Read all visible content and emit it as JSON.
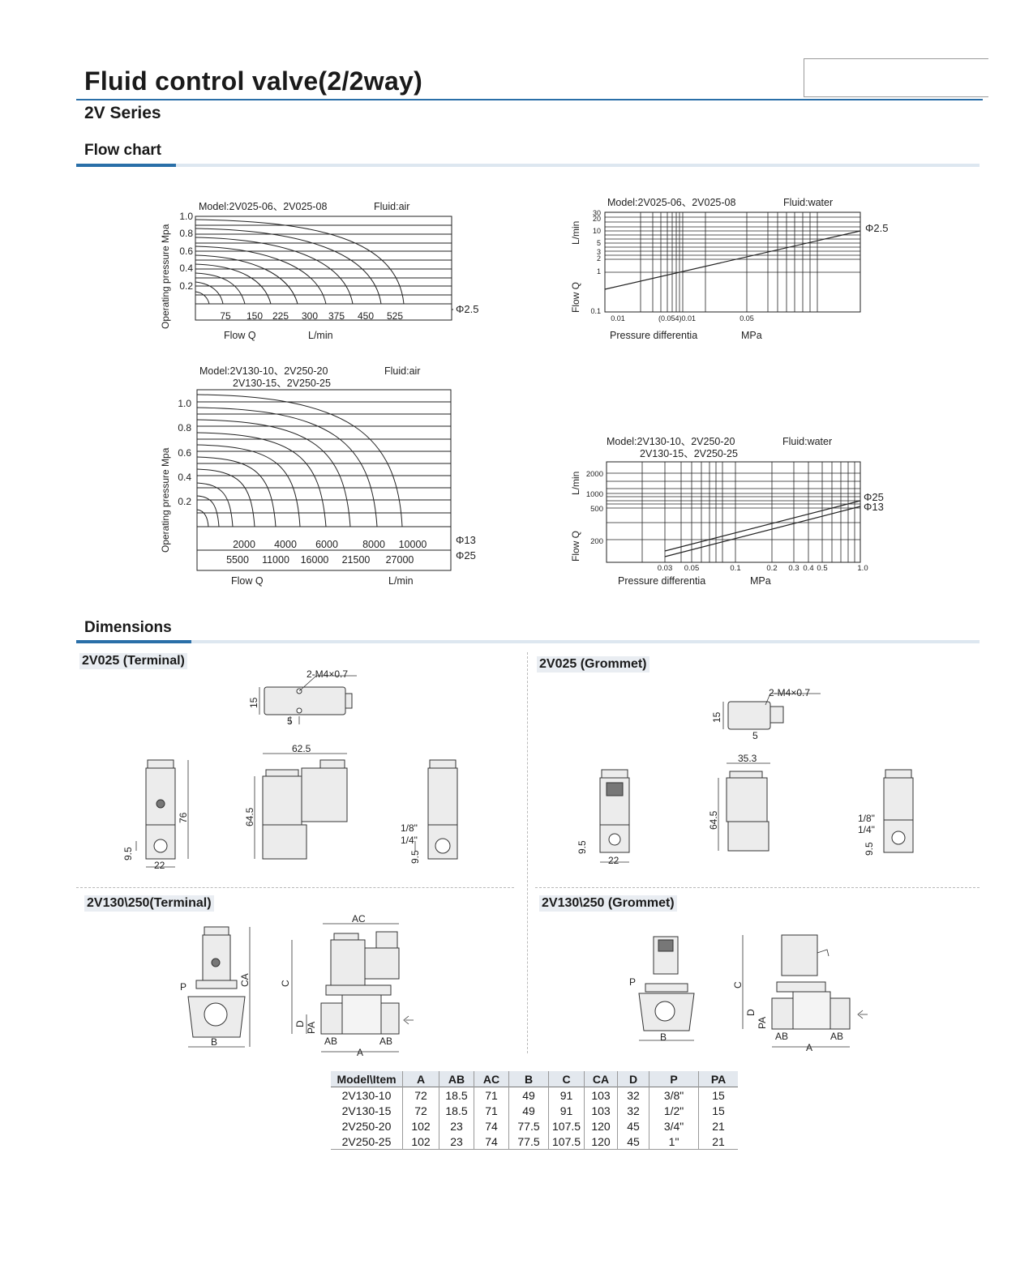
{
  "header": {
    "title": "Fluid control valve(2/2way)",
    "series": "2V Series"
  },
  "flow_section": {
    "heading": "Flow chart"
  },
  "chart_data": [
    {
      "type": "line",
      "model": "Model:2V025-06、2V025-08",
      "fluid": "Fluid:air",
      "ylabel": "Operating pressure Mpa",
      "xlabel": "Flow Q",
      "xunit": "L/min",
      "y_ticks": [
        "1.0",
        "0.8",
        "0.6",
        "0.4",
        "0.2"
      ],
      "x_ticks": [
        "75",
        "150",
        "225",
        "300",
        "375",
        "450",
        "525"
      ],
      "series_label": "Φ2.5",
      "x": [
        75,
        150,
        225,
        300,
        375,
        450,
        525
      ],
      "ylim": [
        0,
        1.0
      ]
    },
    {
      "type": "line",
      "model": "Model:2V025-06、2V025-08",
      "fluid": "Fluid:water",
      "ylabel_top": "L/min",
      "ylabel_bottom": "Flow Q",
      "xlabel": "Pressure differentia",
      "xunit": "MPa",
      "y_ticks": [
        "30",
        "20",
        "10",
        "5",
        "3",
        "2",
        "1",
        "0.1"
      ],
      "x_ticks": [
        "0.01",
        "(0.054)0.01",
        "0.05"
      ],
      "series": [
        {
          "name": "Φ2.5"
        }
      ]
    },
    {
      "type": "line",
      "model_line1": "Model:2V130-10、2V250-20",
      "model_line2": "2V130-15、2V250-25",
      "fluid": "Fluid:air",
      "ylabel": "Operating pressure Mpa",
      "xlabel": "Flow Q",
      "xunit": "L/min",
      "y_ticks": [
        "1.0",
        "0.8",
        "0.6",
        "0.4",
        "0.2"
      ],
      "x_ticks_13": [
        "2000",
        "4000",
        "6000",
        "8000",
        "10000"
      ],
      "x_ticks_25": [
        "5500",
        "11000",
        "16000",
        "21500",
        "27000"
      ],
      "series": [
        {
          "name": "Φ13"
        },
        {
          "name": "Φ25"
        }
      ],
      "ylim": [
        0,
        1.0
      ]
    },
    {
      "type": "line",
      "model_line1": "Model:2V130-10、2V250-20",
      "model_line2": "2V130-15、2V250-25",
      "fluid": "Fluid:water",
      "ylabel_top": "L/min",
      "ylabel_bottom": "Flow Q",
      "xlabel": "Pressure differentia",
      "xunit": "MPa",
      "y_ticks": [
        "2000",
        "1000",
        "500",
        "200"
      ],
      "x_ticks": [
        "0.03",
        "0.05",
        "0.1",
        "0.2",
        "0.3",
        "0.4",
        "0.5",
        "1.0"
      ],
      "series": [
        {
          "name": "Φ25"
        },
        {
          "name": "Φ13"
        }
      ]
    }
  ],
  "dims_section": {
    "heading": "Dimensions",
    "sub1": "2V025 (Terminal)",
    "sub2": "2V025 (Grommet)",
    "sub3": "2V130\\250(Terminal)",
    "sub4": "2V130\\250 (Grommet)",
    "d_thread": "2-M4×0.7",
    "d_15": "15",
    "d_5": "5",
    "d_625": "62.5",
    "d_353": "35.3",
    "d_645": "64.5",
    "d_76": "76",
    "d_95": "9.5",
    "d_22": "22",
    "d_18": "1/8\"",
    "d_14": "1/4\"",
    "d_ac": "AC",
    "d_c": "C",
    "d_d": "D",
    "d_pa": "PA",
    "d_ab": "AB",
    "d_a": "A",
    "d_b": "B",
    "d_p": "P",
    "d_ca": "CA"
  },
  "table": {
    "headers": [
      "Model\\Item",
      "A",
      "AB",
      "AC",
      "B",
      "C",
      "CA",
      "D",
      "P",
      "PA"
    ],
    "rows": [
      [
        "2V130-10",
        "72",
        "18.5",
        "71",
        "49",
        "91",
        "103",
        "32",
        "3/8\"",
        "15"
      ],
      [
        "2V130-15",
        "72",
        "18.5",
        "71",
        "49",
        "91",
        "103",
        "32",
        "1/2\"",
        "15"
      ],
      [
        "2V250-20",
        "102",
        "23",
        "74",
        "77.5",
        "107.5",
        "120",
        "45",
        "3/4\"",
        "21"
      ],
      [
        "2V250-25",
        "102",
        "23",
        "74",
        "77.5",
        "107.5",
        "120",
        "45",
        "1\"",
        "21"
      ]
    ]
  }
}
